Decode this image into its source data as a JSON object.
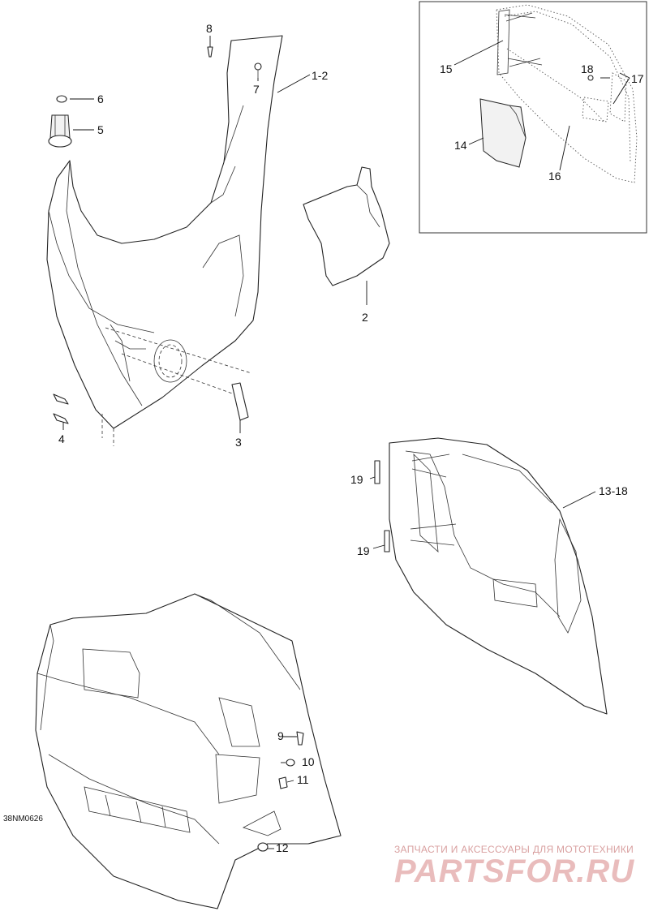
{
  "figure_code": "38NM0626",
  "callouts": [
    {
      "id": "c1-2",
      "label": "1-2"
    },
    {
      "id": "c2",
      "label": "2"
    },
    {
      "id": "c3",
      "label": "3"
    },
    {
      "id": "c4",
      "label": "4"
    },
    {
      "id": "c5",
      "label": "5"
    },
    {
      "id": "c6",
      "label": "6"
    },
    {
      "id": "c7",
      "label": "7"
    },
    {
      "id": "c8",
      "label": "8"
    },
    {
      "id": "c9",
      "label": "9"
    },
    {
      "id": "c10",
      "label": "10"
    },
    {
      "id": "c11",
      "label": "11"
    },
    {
      "id": "c12",
      "label": "12"
    },
    {
      "id": "c13-18",
      "label": "13-18"
    },
    {
      "id": "c14",
      "label": "14"
    },
    {
      "id": "c15",
      "label": "15"
    },
    {
      "id": "c16",
      "label": "16"
    },
    {
      "id": "c17",
      "label": "17"
    },
    {
      "id": "c18",
      "label": "18"
    },
    {
      "id": "c19a",
      "label": "19"
    },
    {
      "id": "c19b",
      "label": "19"
    }
  ],
  "watermark": {
    "tagline": "ЗАПЧАСТИ И АКСЕССУАРЫ ДЛЯ МОТОТЕХНИКИ",
    "brand": "PARTSFOR.RU"
  }
}
